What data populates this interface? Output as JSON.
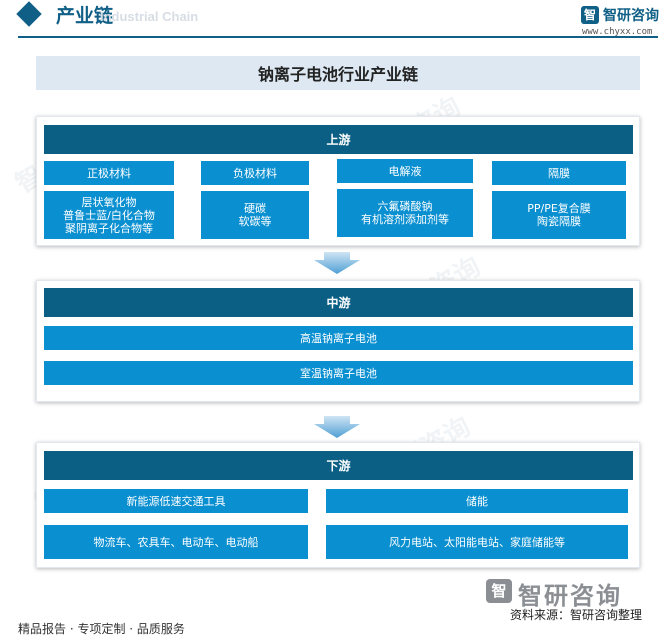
{
  "header": {
    "title": "产业链",
    "subtitle": "Industrial Chain",
    "logo_glyph": "智",
    "logo_name": "智研咨询",
    "logo_url": "www.chyxx.com"
  },
  "main_title": "钠离子电池行业产业链",
  "upstream": {
    "label": "上游",
    "categories": [
      {
        "name": "正极材料",
        "items": [
          "层状氧化物",
          "普鲁士蓝/白化合物",
          "聚阴离子化合物等"
        ]
      },
      {
        "name": "负极材料",
        "items": [
          "硬碳",
          "软碳等"
        ]
      },
      {
        "name": "电解液",
        "items": [
          "六氟磷酸钠",
          "有机溶剂添加剂等"
        ]
      },
      {
        "name": "隔膜",
        "items": [
          "PP/PE复合膜",
          "陶瓷隔膜"
        ]
      }
    ]
  },
  "midstream": {
    "label": "中游",
    "items": [
      "高温钠离子电池",
      "室温钠离子电池"
    ]
  },
  "downstream": {
    "label": "下游",
    "categories": [
      {
        "name": "新能源低速交通工具",
        "detail": "物流车、农具车、电动车、电动船"
      },
      {
        "name": "储能",
        "detail": "风力电站、太阳能电站、家庭储能等"
      }
    ]
  },
  "footer": {
    "services": "精品报告 · 专项定制 · 品质服务",
    "source": "资料来源：智研咨询整理",
    "logo_glyph": "智",
    "logo_name": "智研咨询"
  },
  "colors": {
    "dark_bar": "#0b5f84",
    "cell": "#0a8fd0",
    "title_band": "#dde8f3",
    "brand": "#0f5f86"
  }
}
